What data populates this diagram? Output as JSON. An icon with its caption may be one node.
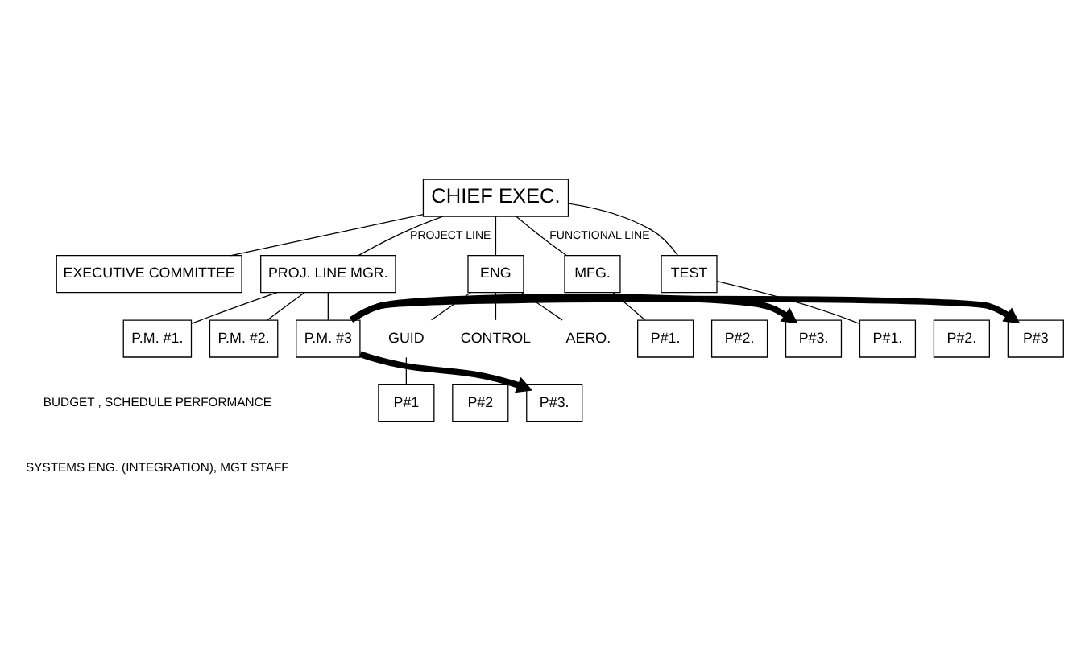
{
  "diagram": {
    "nodes": [
      {
        "text": [
          "CHIEF EXEC."
        ]
      },
      {
        "text": [
          "EXECUTIVE COMMITTEE"
        ]
      },
      {
        "text": [
          "PROJ. LINE MGR."
        ]
      },
      {
        "text": [
          "P.M. #1."
        ]
      },
      {
        "text": [
          "P.M. #2."
        ]
      },
      {
        "text": [
          "P.M. #3"
        ]
      },
      {
        "text": [
          "ENG"
        ]
      },
      {
        "text": [
          "MFG."
        ]
      },
      {
        "text": [
          "TEST"
        ]
      },
      {
        "text": [
          "GUID"
        ]
      },
      {
        "text": [
          "CONTROL"
        ]
      },
      {
        "text": [
          "AERO."
        ]
      },
      {
        "text": [
          "P#1"
        ]
      },
      {
        "text": [
          "P#2"
        ]
      },
      {
        "text": [
          "P#3."
        ]
      },
      {
        "text": [
          "P#1."
        ]
      },
      {
        "text": [
          "P#2."
        ]
      },
      {
        "text": [
          "P#3."
        ]
      },
      {
        "text": [
          "P#1."
        ]
      },
      {
        "text": [
          "P#2."
        ]
      },
      {
        "text": [
          "P#3"
        ]
      }
    ],
    "edges": [
      {
        "from": 0,
        "to": 1,
        "arrow": "none"
      },
      {
        "from": 0,
        "to": 2,
        "arrow": "none",
        "label": "PROJECT LINE"
      },
      {
        "from": 0,
        "to": 6,
        "arrow": "none"
      },
      {
        "from": 0,
        "to": 7,
        "arrow": "none",
        "label": "FUNCTIONAL LINE"
      },
      {
        "from": 0,
        "to": 8,
        "arrow": "none"
      },
      {
        "from": 2,
        "to": 3,
        "arrow": "none"
      },
      {
        "from": 2,
        "to": 4,
        "arrow": "none"
      },
      {
        "from": 2,
        "to": 5,
        "arrow": "none"
      },
      {
        "from": 6,
        "to": 9,
        "arrow": "none"
      },
      {
        "from": 6,
        "to": 10,
        "arrow": "none"
      },
      {
        "from": 6,
        "to": 11,
        "arrow": "none"
      },
      {
        "from": 9,
        "to": 12,
        "arrow": "none"
      },
      {
        "from": 7,
        "to": 15,
        "arrow": "none"
      },
      {
        "from": 8,
        "to": 18,
        "arrow": "none"
      },
      {
        "from": 5,
        "to": 14,
        "arrow": "to",
        "style": "thick"
      },
      {
        "from": 5,
        "to": 17,
        "arrow": "to",
        "style": "thick"
      },
      {
        "from": 5,
        "to": 20,
        "arrow": "to",
        "style": "thick"
      }
    ],
    "labels": [
      "BUDGET , SCHEDULE PERFORMANCE",
      "SYSTEMS ENG. (INTEGRATION), MGT STAFF"
    ]
  }
}
